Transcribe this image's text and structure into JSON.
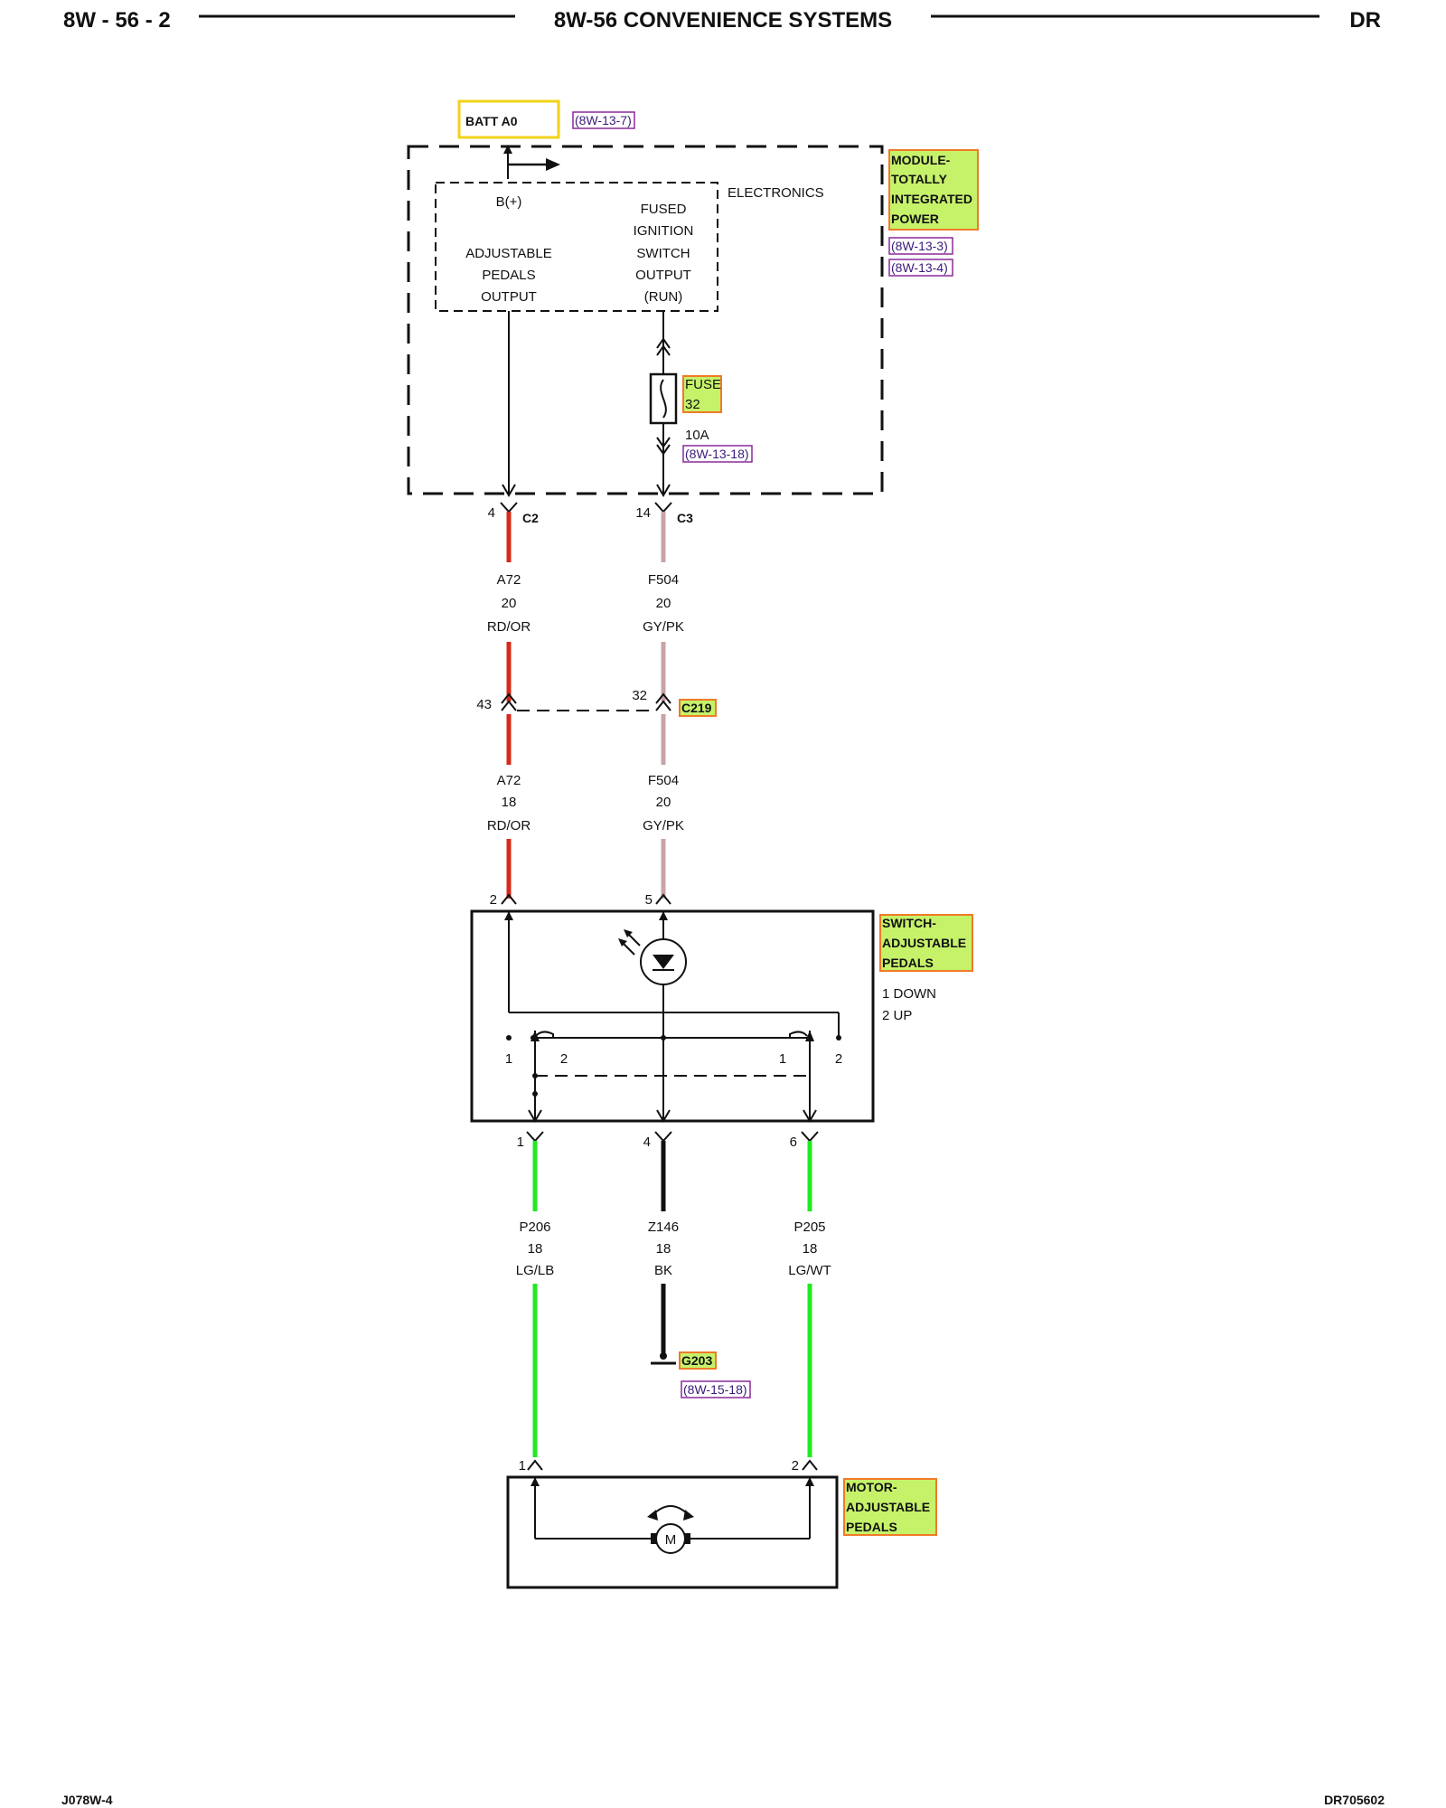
{
  "header": {
    "page_id": "8W - 56 - 2",
    "title": "8W-56 CONVENIENCE SYSTEMS",
    "model": "DR"
  },
  "footer": {
    "left_code": "J078W-4",
    "right_code": "DR705602"
  },
  "batt": {
    "label": "BATT A0",
    "ref": "(8W-13-7)"
  },
  "tipm": {
    "name_lines": [
      "MODULE-",
      "TOTALLY",
      "INTEGRATED",
      "POWER"
    ],
    "refs": [
      "(8W-13-3)",
      "(8W-13-4)"
    ],
    "electronics_label": "ELECTRONICS",
    "bplus": "B(+)",
    "left_output_lines": [
      "ADJUSTABLE",
      "PEDALS",
      "OUTPUT"
    ],
    "right_output_lines": [
      "FUSED",
      "IGNITION",
      "SWITCH",
      "OUTPUT",
      "(RUN)"
    ],
    "fuse_lines": [
      "FUSE",
      "32"
    ],
    "fuse_rating": "10A",
    "fuse_ref": "(8W-13-18)"
  },
  "connectors": {
    "c2_pin": "4",
    "c2_name": "C2",
    "c3_pin": "14",
    "c3_name": "C3",
    "c219_left_pin": "43",
    "c219_right_pin": "32",
    "c219_name": "C219"
  },
  "wires": {
    "a72_upper": {
      "code": "A72",
      "gauge": "20",
      "color": "RD/OR"
    },
    "f504_upper": {
      "code": "F504",
      "gauge": "20",
      "color": "GY/PK"
    },
    "a72_lower": {
      "code": "A72",
      "gauge": "18",
      "color": "RD/OR"
    },
    "f504_lower": {
      "code": "F504",
      "gauge": "20",
      "color": "GY/PK"
    },
    "p206": {
      "code": "P206",
      "gauge": "18",
      "color": "LG/LB"
    },
    "z146": {
      "code": "Z146",
      "gauge": "18",
      "color": "BK"
    },
    "p205": {
      "code": "P205",
      "gauge": "18",
      "color": "LG/WT"
    }
  },
  "switch": {
    "name_lines": [
      "SWITCH-",
      "ADJUSTABLE",
      "PEDALS"
    ],
    "legend_lines": [
      "1 DOWN",
      "2 UP"
    ],
    "pin_in_left": "2",
    "pin_in_right": "5",
    "pin_out_1": "1",
    "pin_out_4": "4",
    "pin_out_6": "6",
    "contact_labels": [
      "1",
      "2",
      "1",
      "2"
    ]
  },
  "ground": {
    "name": "G203",
    "ref": "(8W-15-18)"
  },
  "motor": {
    "name_lines": [
      "MOTOR-",
      "ADJUSTABLE",
      "PEDALS"
    ],
    "pin_left": "1",
    "pin_right": "2",
    "symbol": "M"
  },
  "colors": {
    "red_wire": "#d62a1a",
    "pink_wire": "#c9a3a8",
    "green_wire": "#22e822",
    "black_wire": "#111111",
    "highlight_fill": "#c6f26a",
    "highlight_border": "#f07a28",
    "batt_box": "#f2d21a",
    "ref_box": "#8a2a9a"
  }
}
